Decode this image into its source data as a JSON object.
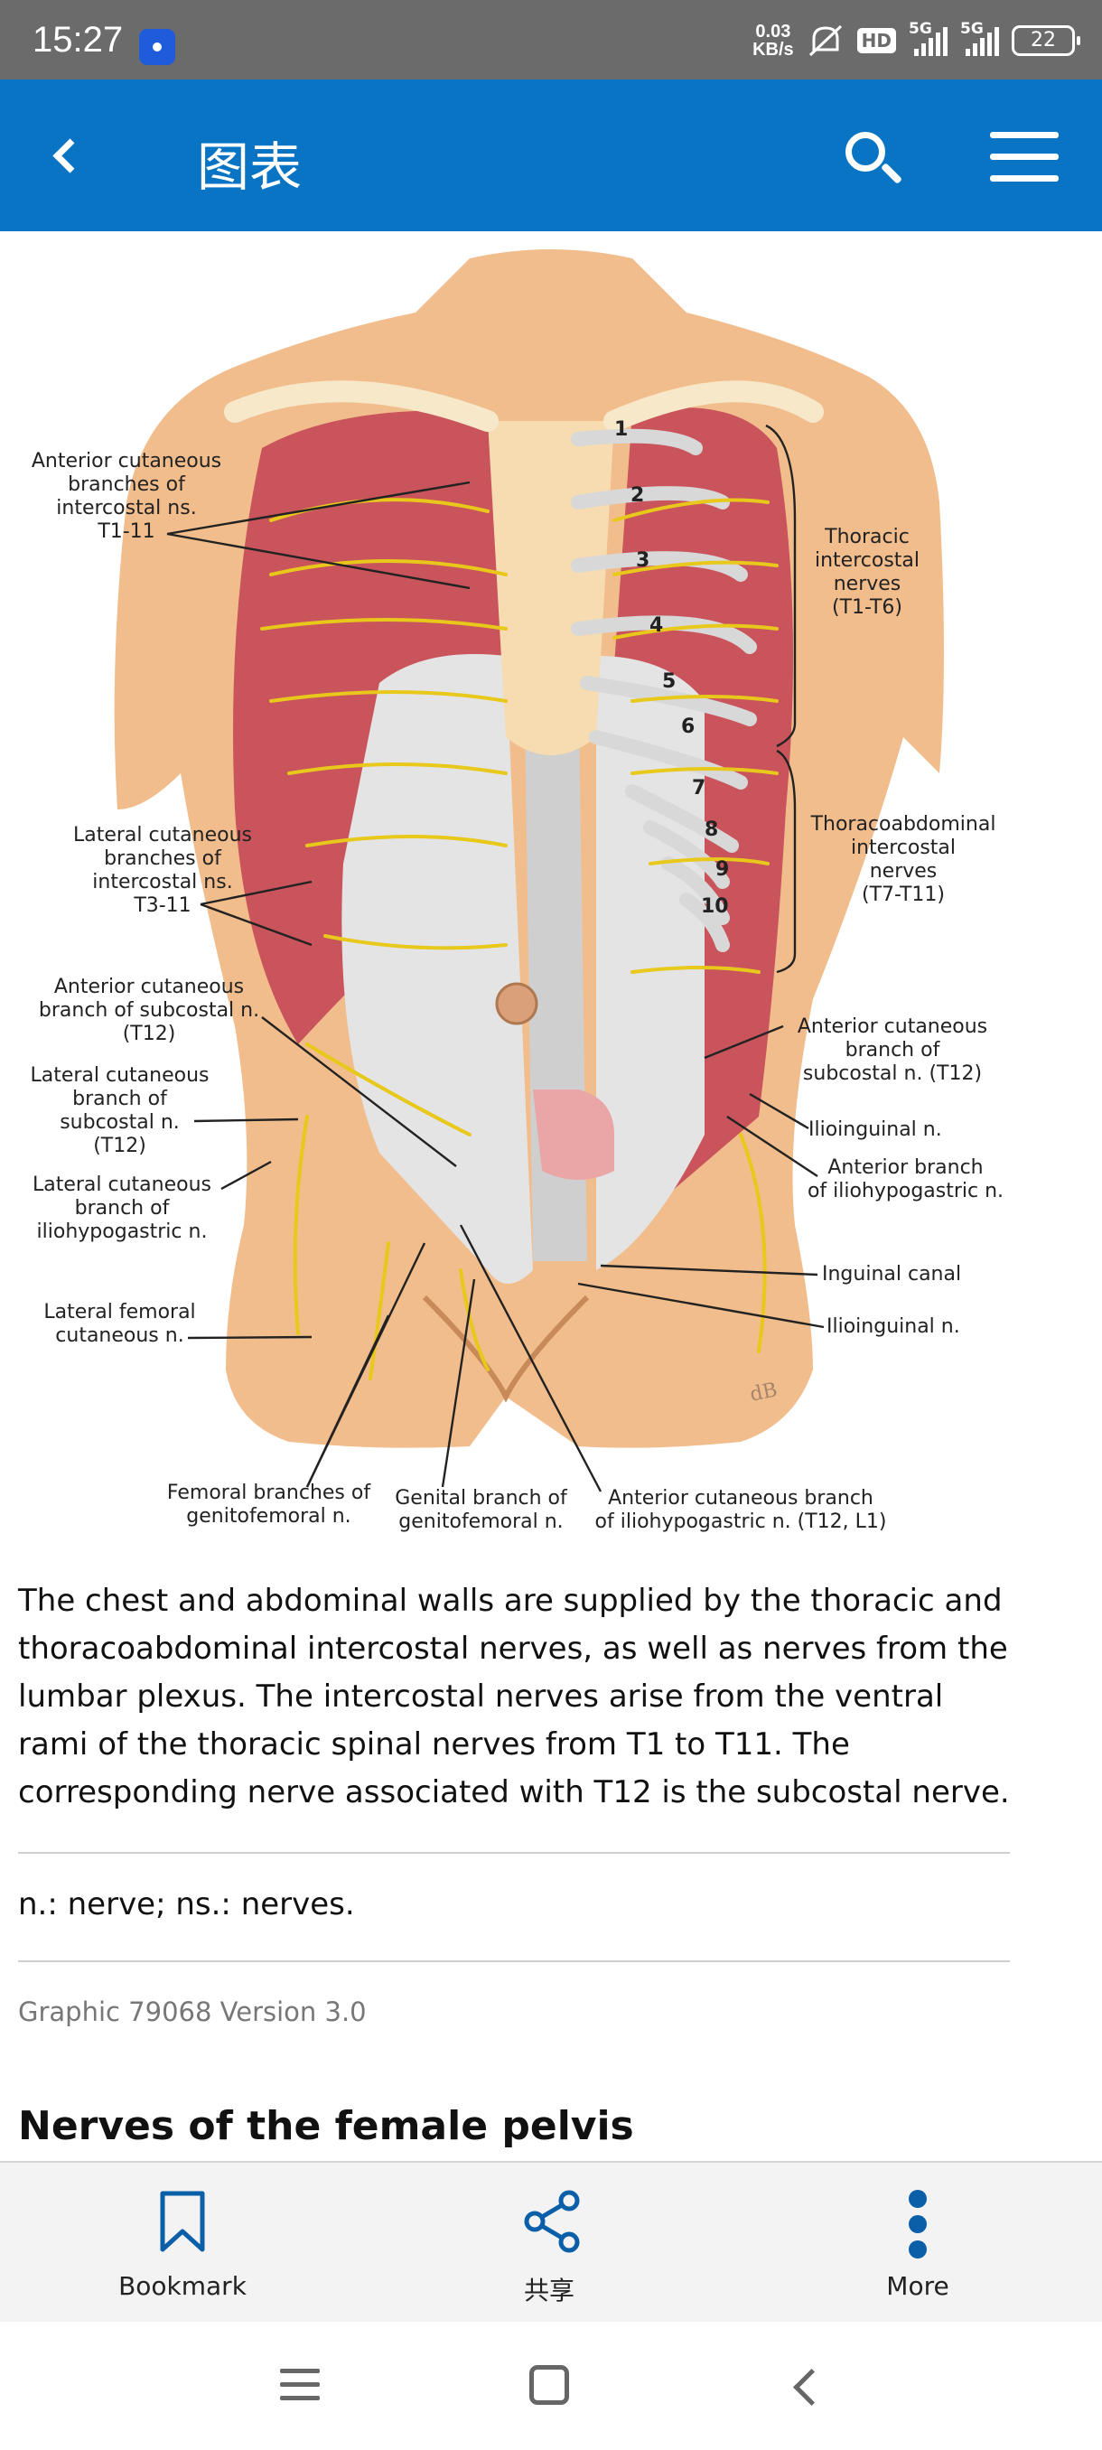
{
  "status_bar": {
    "time": "15:27",
    "net_speed_value": "0.03",
    "net_speed_unit": "KB/s",
    "hd_badge": "HD",
    "signal1_label": "5G",
    "signal2_label": "5G",
    "battery": "22"
  },
  "app_bar": {
    "title": "图表",
    "back_icon": "chevron-left-icon",
    "search_icon": "search-icon",
    "menu_icon": "hamburger-menu-icon"
  },
  "figure": {
    "labels": {
      "anterior_cutaneous_branches": "Anterior cutaneous\nbranches of\nintercostal ns.\nT1-11",
      "thoracic_intercostal": "Thoracic\nintercostal\nnerves\n(T1-T6)",
      "thoracoabdominal": "Thoracoabdominal\nintercostal\nnerves\n(T7-T11)",
      "lateral_cutaneous_branches": "Lateral cutaneous\nbranches of\nintercostal ns.\nT3-11",
      "anterior_cutaneous_subcostal_left": "Anterior cutaneous\nbranch of subcostal n.\n(T12)",
      "lateral_cutaneous_subcostal": "Lateral cutaneous\nbranch of\nsubcostal n.\n(T12)",
      "lateral_cutaneous_iliohypogastric": "Lateral cutaneous\nbranch of\niliohypogastric n.",
      "lateral_femoral": "Lateral femoral\ncutaneous n.",
      "femoral_branches": "Femoral branches of\ngenitofemoral n.",
      "genital_branch": "Genital branch of\ngenitofemoral n.",
      "anterior_cutaneous_iliohypogastric": "Anterior cutaneous branch\nof iliohypogastric n. (T12, L1)",
      "anterior_cutaneous_subcostal_right": "Anterior cutaneous\nbranch of\nsubcostal n. (T12)",
      "ilioinguinal_upper": "Ilioinguinal n.",
      "anterior_branch_iliohypogastric": "Anterior branch\nof iliohypogastric n.",
      "inguinal_canal": "Inguinal canal",
      "ilioinguinal_lower": "Ilioinguinal n."
    },
    "rib_numbers": [
      "1",
      "2",
      "3",
      "4",
      "5",
      "6",
      "7",
      "8",
      "9",
      "10"
    ],
    "signature": "dB"
  },
  "content": {
    "description": "The chest and abdominal walls are supplied by the thoracic and thoracoabdominal intercostal nerves, as well as nerves from the lumbar plexus. The intercostal nerves arise from the ventral rami of the thoracic spinal nerves from T1 to T11. The corresponding nerve associated with T12 is the subcostal nerve.",
    "abbreviations": "n.: nerve; ns.: nerves.",
    "graphic_version": "Graphic 79068 Version 3.0",
    "next_section_heading": "Nerves of the female pelvis"
  },
  "toolbar": {
    "bookmark_label": "Bookmark",
    "share_label": "共享",
    "more_label": "More",
    "accent_color": "#0a5fa8"
  },
  "colors": {
    "app_bar": "#0a74c4",
    "status_bar": "#6b6b6b",
    "skin": "#f2bd8c",
    "muscle": "#c9545b",
    "nerve": "#e8c81a"
  }
}
